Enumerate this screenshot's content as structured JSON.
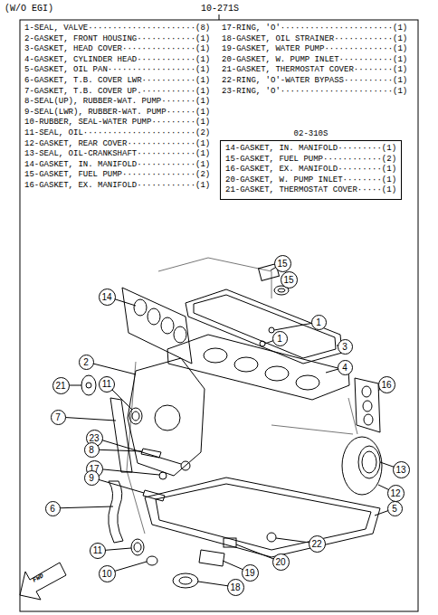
{
  "diagram": {
    "nodes": [
      {
        "text": [
          "02-310S",
          "14-GASKET, IN. MANIFOLD·········(1)",
          "15-GASKET, FUEL PUMP············(2)",
          "16-GASKET, EX. MANIFOLD·········(1)",
          "20-GASKET, W. PUMP INLET········(1)",
          "21-GASKET, THERMOSTAT COVER·····(1)"
        ]
      },
      {
        "text": [
          "15"
        ]
      },
      {
        "text": [
          "15"
        ]
      },
      {
        "text": [
          "14"
        ]
      },
      {
        "text": [
          "1"
        ]
      },
      {
        "text": [
          "1"
        ]
      },
      {
        "text": [
          "3"
        ]
      },
      {
        "text": [
          "2"
        ]
      },
      {
        "text": [
          "4"
        ]
      },
      {
        "text": [
          "16"
        ]
      },
      {
        "text": [
          "11"
        ]
      },
      {
        "text": [
          "21"
        ]
      },
      {
        "text": [
          "7"
        ]
      },
      {
        "text": [
          "23"
        ]
      },
      {
        "text": [
          "8"
        ]
      },
      {
        "text": [
          "17"
        ]
      },
      {
        "text": [
          "13"
        ]
      },
      {
        "text": [
          "9"
        ]
      },
      {
        "text": [
          "12"
        ]
      },
      {
        "text": [
          "6"
        ]
      },
      {
        "text": [
          "5"
        ]
      },
      {
        "text": [
          "22"
        ]
      },
      {
        "text": [
          "11"
        ]
      },
      {
        "text": [
          "20"
        ]
      },
      {
        "text": [
          "19"
        ]
      },
      {
        "text": [
          "10"
        ]
      },
      {
        "text": [
          "18"
        ]
      }
    ],
    "labels": [
      "(W/O EGI)",
      "10-271S",
      "1-SEAL, VALVE······················(8)",
      "2-GASKET, FRONT HOUSING············(1)",
      "3-GASKET, HEAD COVER···············(1)",
      "4-GASKET, CYLINDER HEAD············(1)",
      "5-GASKET, OIL PAN··················(1)",
      "6-GASKET, T.B. COVER LWR···········(1)",
      "7-GASKET, T.B. COVER UP.···········(1)",
      "8-SEAL(UP), RUBBER-WAT. PUMP·······(1)",
      "9-SEAL(LWR), RUBBER-WAT. PUMP······(1)",
      "10-RUBBER, SEAL-WATER PUMP·········(1)",
      "11-SEAL, OIL·······················(2)",
      "12-GASKET, REAR COVER··············(1)",
      "13-SEAL, OIL-CRANKSHAFT············(1)",
      "14-GASKET, IN. MANIFOLD············(1)",
      "15-GASKET, FUEL PUMP···············(2)",
      "16-GASKET, EX. MANIFOLD············(1)",
      "17-RING, 'O'·······················(1)",
      "18-GASKET, OIL STRAINER············(1)",
      "19-GASKET, WATER PUMP··············(1)",
      "20-GASKET, W. PUMP INLET···········(1)",
      "21-GASKET, THERMOSTAT COVER········(1)",
      "22-RING, 'O'-WATER BYPASS··········(1)",
      "23-RING, 'O'·······················(1)",
      "FWD"
    ]
  }
}
